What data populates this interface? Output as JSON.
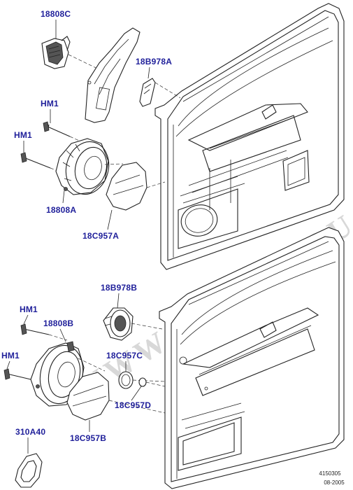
{
  "watermark": "WWW.ELCATS.RU",
  "parts": [
    {
      "id": "label-18808C",
      "text": "18808C"
    },
    {
      "id": "label-18B978A",
      "text": "18B978A"
    },
    {
      "id": "label-HM1-a",
      "text": "HM1"
    },
    {
      "id": "label-HM1-b",
      "text": "HM1"
    },
    {
      "id": "label-18808A",
      "text": "18808A"
    },
    {
      "id": "label-18C957A",
      "text": "18C957A"
    },
    {
      "id": "label-18B978B",
      "text": "18B978B"
    },
    {
      "id": "label-HM1-c",
      "text": "HM1"
    },
    {
      "id": "label-18808B",
      "text": "18808B"
    },
    {
      "id": "label-HM1-d",
      "text": "HM1"
    },
    {
      "id": "label-18C957C",
      "text": "18C957C"
    },
    {
      "id": "label-18C957D",
      "text": "18C957D"
    },
    {
      "id": "label-18C957B",
      "text": "18C957B"
    },
    {
      "id": "label-310A40",
      "text": "310A40"
    }
  ],
  "reference": {
    "code": "4150305",
    "date": "08-2005"
  }
}
